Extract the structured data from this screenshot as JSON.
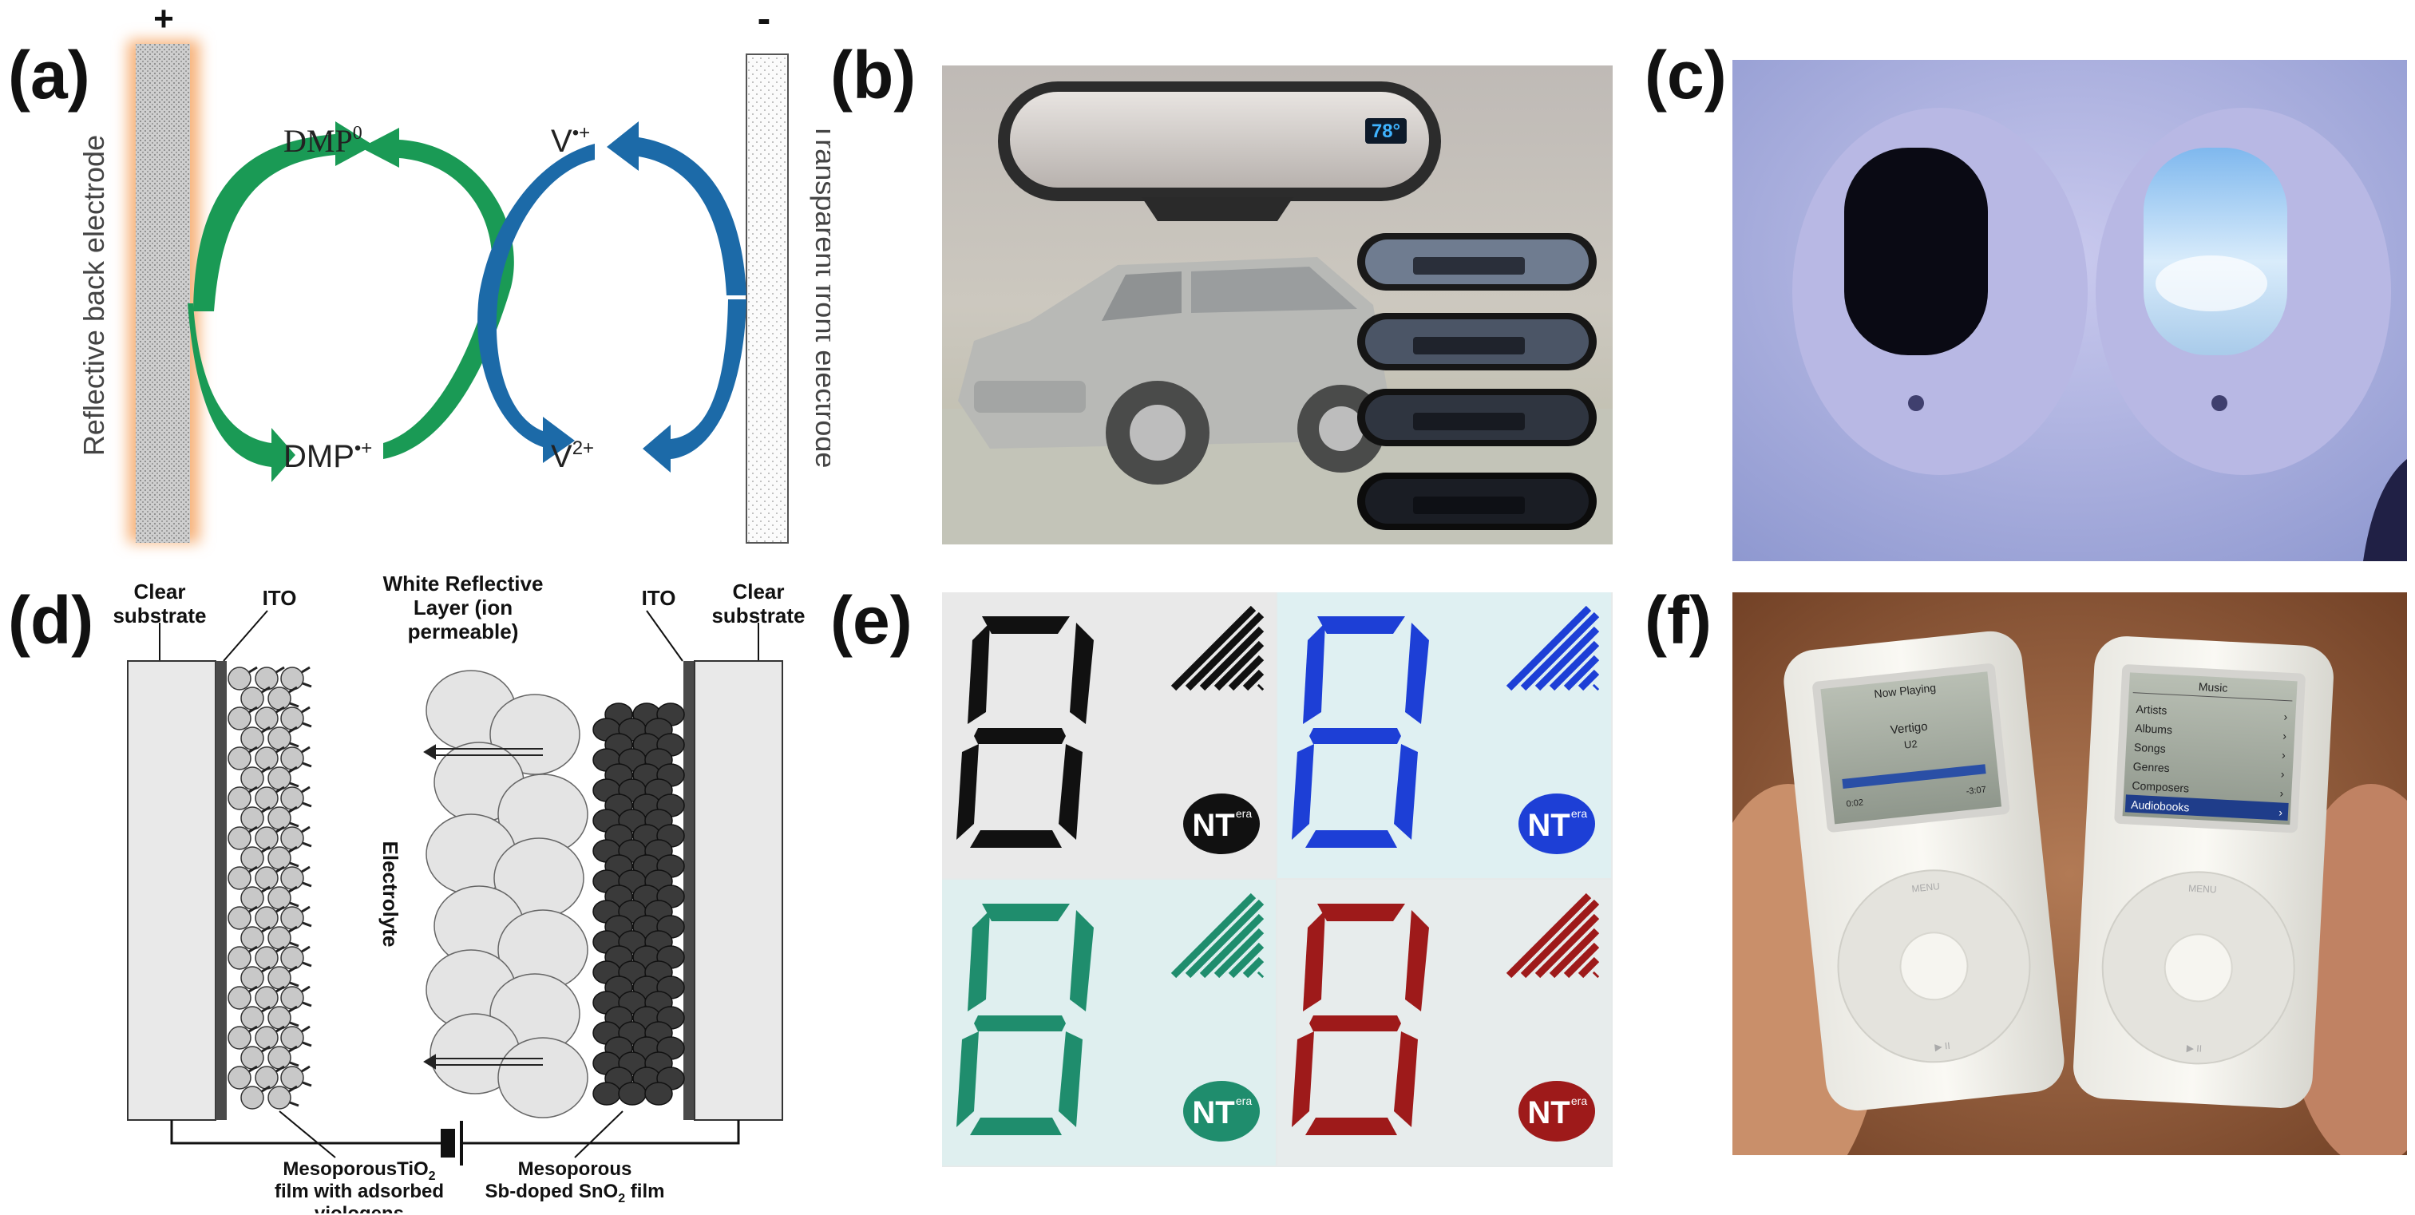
{
  "figure": {
    "panel_labels": [
      "(a)",
      "(b)",
      "(c)",
      "(d)",
      "(e)",
      "(f)"
    ]
  },
  "panel_a": {
    "plus_sign": "+",
    "minus_sign": "-",
    "left_electrode_label": "Reflective back electrode",
    "right_electrode_label": "Transparent front electrode",
    "species": {
      "dmp0_base": "DMP",
      "dmp0_sup": "0",
      "dmpc_base": "DMP",
      "dmpc_sup": "•+",
      "vc_base": "V",
      "vc_sup": "•+",
      "v2_base": "V",
      "v2_sup": "2+"
    },
    "colors": {
      "green_arrow": "#1a9a55",
      "blue_arrow": "#1c6aa8",
      "glow": "#f7b27a"
    }
  },
  "panel_b": {
    "mirror_display": "78°"
  },
  "panel_d": {
    "left_clear_substrate_line1": "Clear",
    "left_clear_substrate_line2": "substrate",
    "left_ito": "ITO",
    "white_layer_line1": "White Reflective",
    "white_layer_line2": "Layer (ion",
    "white_layer_line3": "permeable)",
    "right_ito": "ITO",
    "right_clear_substrate_line1": "Clear",
    "right_clear_substrate_line2": "substrate",
    "electrolyte": "Electrolyte",
    "bottom_left_line1_pre": "MesoporousTiO",
    "bottom_left_line1_sub": "2",
    "bottom_left_line2": "film with adsorbed",
    "bottom_left_line3": "viologens",
    "bottom_right_line1": "Mesoporous",
    "bottom_right_line2_pre": "Sb-doped SnO",
    "bottom_right_line2_sub": "2",
    "bottom_right_line2_post": " film"
  },
  "panel_e": {
    "logo_text": "NT",
    "logo_sup": "era",
    "digit_colors": [
      "#111111",
      "#1d3fd6",
      "#1f8d6d",
      "#9e1a1a"
    ]
  },
  "panel_f": {
    "left_screen_title": "Now Playing",
    "left_song": "Vertigo",
    "left_artist": "U2",
    "left_time_start": "0:02",
    "left_time_end": "-3:07",
    "right_screen_title": "Music",
    "right_menu": [
      "Artists",
      "Albums",
      "Songs",
      "Genres",
      "Composers",
      "Audiobooks"
    ],
    "wheel_top": "MENU",
    "wheel_bottom": "▶ II"
  }
}
